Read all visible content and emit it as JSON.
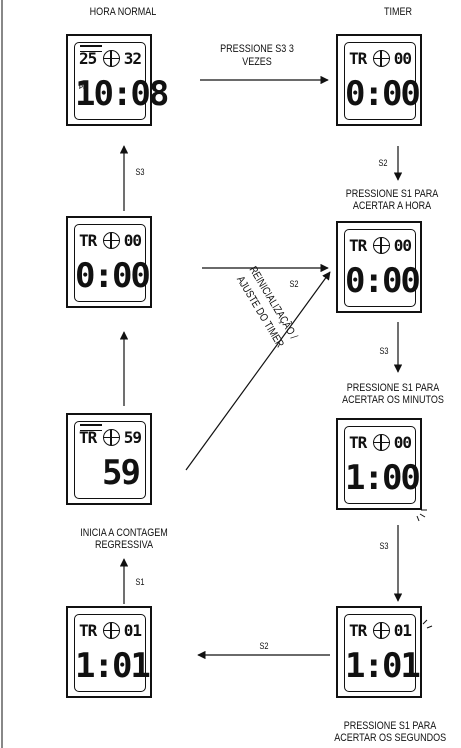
{
  "labels": {
    "hora_normal": "HORA NORMAL",
    "timer": "TIMER",
    "pressione_s3": "PRESSIONE S3 3",
    "vezes": "VEZES",
    "s3_up": "S3",
    "s2_mid": "S2",
    "reinic_1": "REINICIALIZAÇÃO /",
    "reinic_2": "AJUSTE DO TIMER",
    "s2_right_top": "S2",
    "hora_1": "PRESSIONE S1 PARA",
    "hora_2": "ACERTAR A HORA",
    "s3_right_mid": "S3",
    "min_1": "PRESSIONE S1 PARA",
    "min_2": "ACERTAR OS MINUTOS",
    "s3_right_low": "S3",
    "inicia_1": "INICIA A CONTAGEM",
    "inicia_2": "REGRESSIVA",
    "s1": "S1",
    "s2_bottom": "S2",
    "seg_1": "PRESSIONE S1 PARA",
    "seg_2": "ACERTAR OS SEGUNDOS"
  },
  "watches": {
    "normal": {
      "top_left": "25",
      "top_right": "32",
      "pm": "PM",
      "big": "10:08"
    },
    "timer": {
      "top_left": "TR",
      "top_right": "00",
      "big": "0:00"
    },
    "hora": {
      "top_left": "TR",
      "top_right": "00",
      "big": "0:00"
    },
    "minutos": {
      "top_left": "TR",
      "top_right": "00",
      "big": "1:00"
    },
    "segundos": {
      "top_left": "TR",
      "top_right": "01",
      "big": "1:01"
    },
    "left_mid": {
      "top_left": "TR",
      "top_right": "00",
      "big": "0:00"
    },
    "countdown": {
      "top_left": "TR",
      "top_right": "59",
      "big": "59"
    },
    "left_bottom": {
      "top_left": "TR",
      "top_right": "01",
      "big": "1:01"
    }
  },
  "colors": {
    "ink": "#111111",
    "paper": "#ffffff"
  }
}
